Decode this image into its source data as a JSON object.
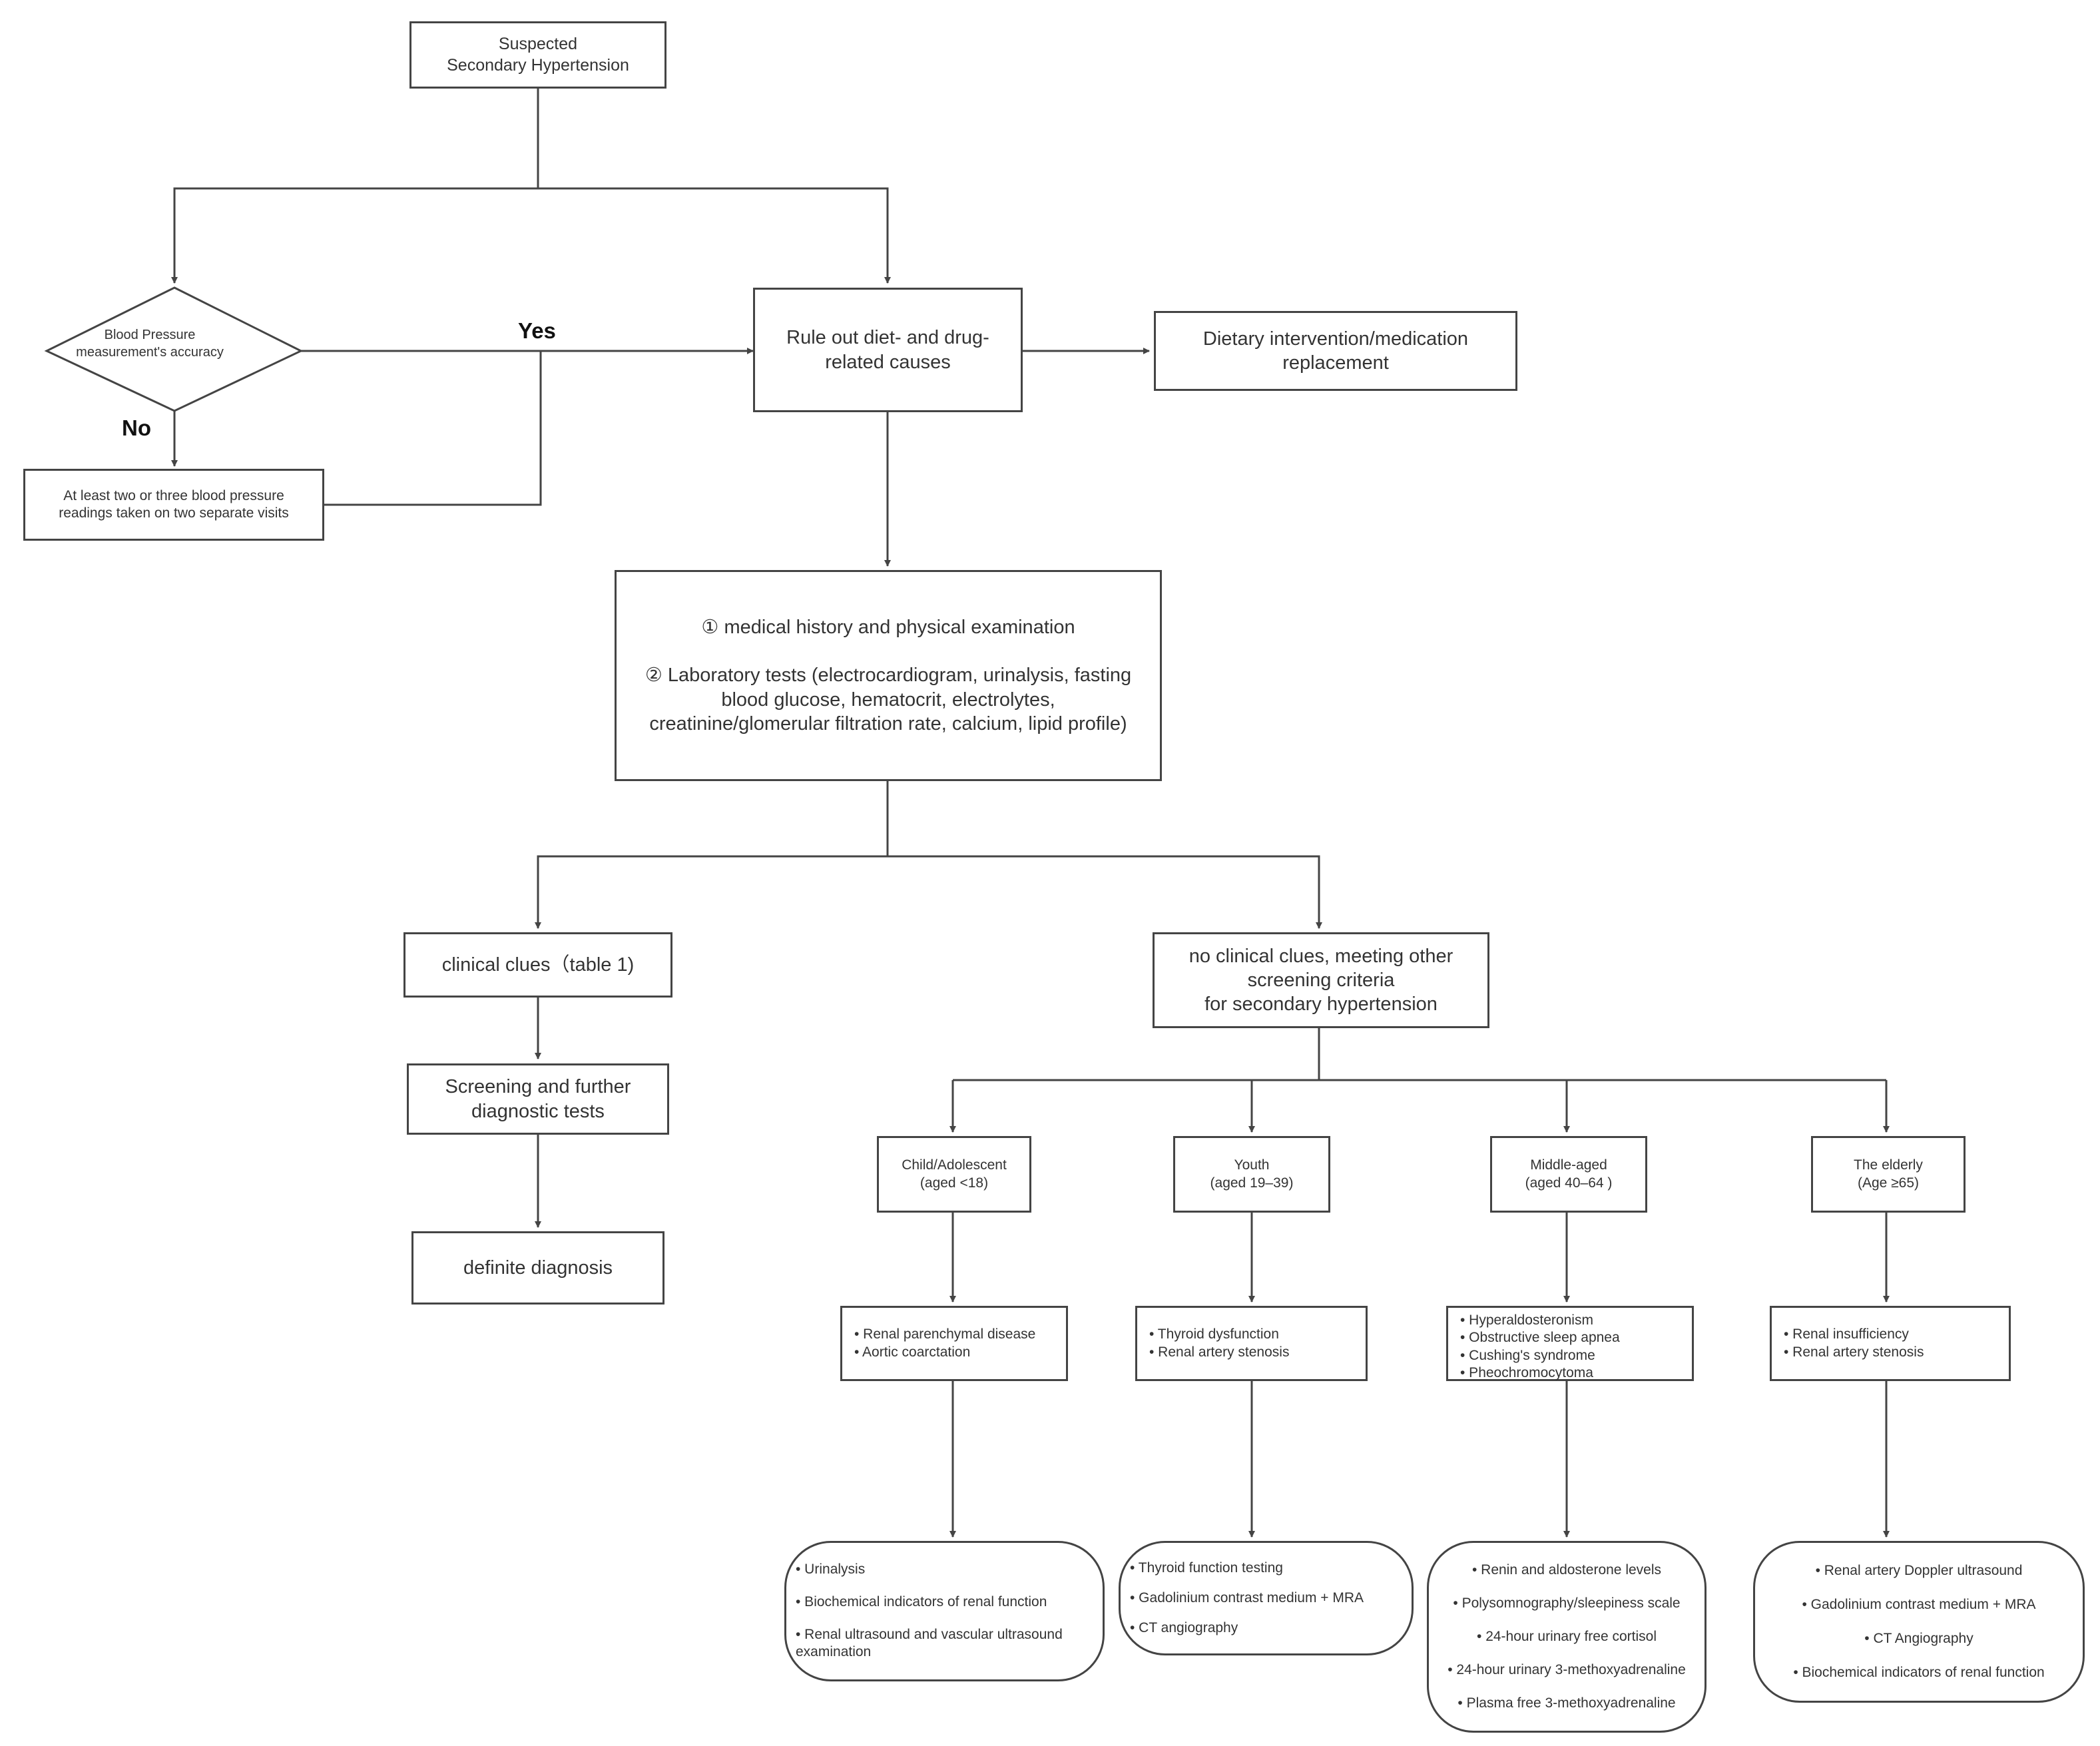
{
  "nodes": {
    "suspected": "Suspected\nSecondary  Hypertension",
    "bp_accuracy": "Blood Pressure\nmeasurement's accuracy",
    "rule_out": "Rule out diet- and drug-\nrelated causes",
    "dietary": "Dietary intervention/medication\nreplacement",
    "readings": "At least two or three blood pressure\nreadings taken on two separate visits",
    "history": "① medical history and physical examination",
    "lab": "② Laboratory tests (electrocardiogram, urinalysis, fasting\nblood glucose, hematocrit, electrolytes,\ncreatinine/glomerular filtration rate, calcium, lipid profile)",
    "clinical_clues": "clinical clues（table 1)",
    "no_clinical_clues": "no clinical clues,  meeting other\nscreening criteria\nfor secondary hypertension",
    "screening": "Screening and further\ndiagnostic tests",
    "definite": "definite diagnosis"
  },
  "labels": {
    "yes": "Yes",
    "no": "No"
  },
  "groups": [
    {
      "title": "Child/Adolescent\n(aged <18)",
      "conditions": [
        "• Renal parenchymal disease",
        "• Aortic coarctation"
      ],
      "tests": [
        "• Urinalysis",
        "• Biochemical indicators of renal function",
        "• Renal ultrasound and vascular ultrasound\nexamination"
      ]
    },
    {
      "title": "Youth\n(aged 19–39)",
      "conditions": [
        "• Thyroid dysfunction",
        "• Renal artery stenosis"
      ],
      "tests": [
        "• Thyroid function testing",
        "• Gadolinium contrast medium + MRA",
        "• CT angiography"
      ]
    },
    {
      "title": "Middle-aged\n(aged 40–64 )",
      "conditions": [
        "• Hyperaldosteronism",
        "• Obstructive sleep apnea",
        "• Cushing's syndrome",
        "• Pheochromocytoma"
      ],
      "tests": [
        "• Renin and aldosterone levels",
        "• Polysomnography/sleepiness scale",
        "• 24-hour urinary free cortisol",
        "• 24-hour urinary 3-methoxyadrenaline",
        "• Plasma free 3-methoxyadrenaline"
      ]
    },
    {
      "title": "The elderly\n(Age ≥65)",
      "conditions": [
        "• Renal insufficiency",
        "• Renal artery stenosis"
      ],
      "tests": [
        "• Renal artery Doppler ultrasound",
        "• Gadolinium contrast medium + MRA",
        "• CT Angiography",
        "• Biochemical indicators of renal function"
      ]
    }
  ]
}
